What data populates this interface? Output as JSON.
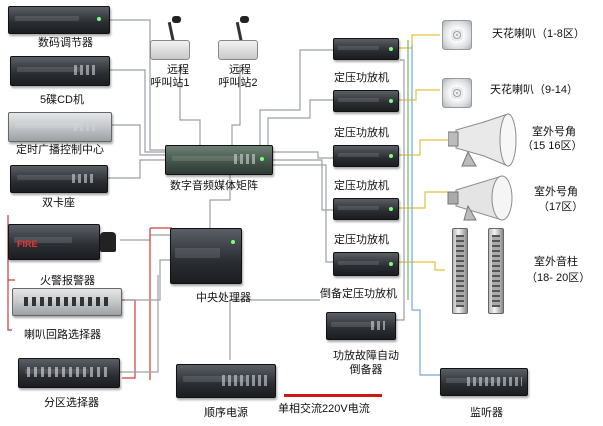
{
  "labels": {
    "digital_tuner": "数码调节器",
    "cd5": "5碟CD机",
    "timer_center": "定时广播控制中心",
    "dual_cassette": "双卡座",
    "fire_alarm": "火警报警器",
    "speaker_loop_selector": "喇叭回路选择器",
    "zone_selector": "分区选择器",
    "remote_station_1_line1": "远程",
    "remote_station_1_line2": "呼叫站1",
    "remote_station_2_line1": "远程",
    "remote_station_2_line2": "呼叫站2",
    "matrix": "数字音频媒体矩阵",
    "cpu": "中央处理器",
    "sequencer": "顺序电源",
    "power_line": "单相交流220V电流",
    "amp1": "定压功放机",
    "amp2": "定压功放机",
    "amp3": "定压功放机",
    "amp4": "定压功放机",
    "amp_backup": "倒备定压功放机",
    "auto_fail_line1": "功放故障自动",
    "auto_fail_line2": "倒备器",
    "monitor": "监听器",
    "ceiling_1_8": "天花喇叭（1-8区）",
    "ceiling_9_14": "天花喇叭（9-14）",
    "horn_15_16_line1": "室外号角",
    "horn_15_16_line2": "（15 16区）",
    "horn_17_line1": "室外号角",
    "horn_17_line2": "（17区）",
    "column_line1": "室外音柱",
    "column_line2": "（18- 20区）",
    "fire_brand": "FIRE"
  },
  "colors": {
    "wire_gray": "#9aa0a6",
    "wire_yellow": "#e0c040",
    "wire_green": "#6cbf6c",
    "wire_blue": "#7aa6d6",
    "wire_red": "#d23b3b",
    "power_red": "#d11616"
  }
}
